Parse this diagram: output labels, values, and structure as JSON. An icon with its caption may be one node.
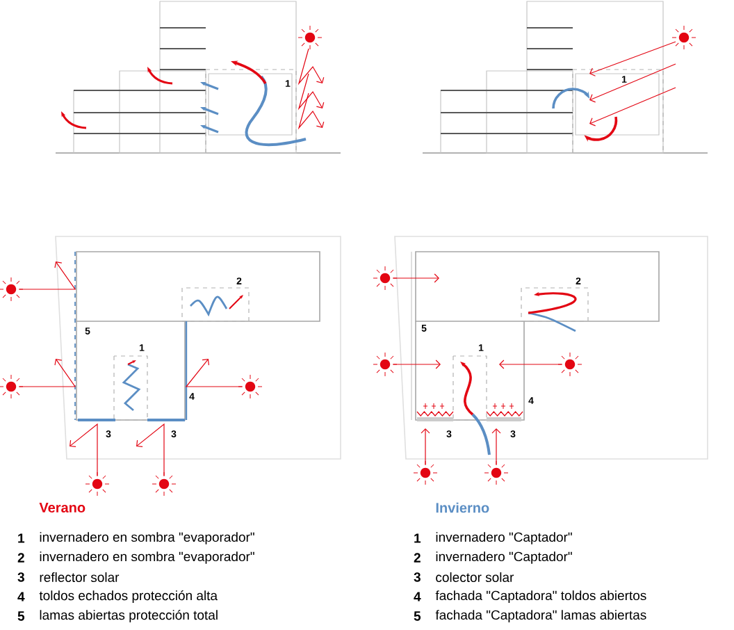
{
  "diagram": {
    "labels": [
      "1",
      "1",
      "2",
      "5",
      "1",
      "4",
      "3",
      "3",
      "2",
      "5",
      "1",
      "4",
      "3",
      "3",
      "Verano",
      "Invierno",
      "1",
      "invernadero en sombra \"evaporador\"",
      "2",
      "invernadero en sombra \"evaporador\"",
      "3",
      "reflector solar",
      "4",
      "toldos echados protección alta",
      "5",
      "lamas abiertas protección total",
      "1",
      "invernadero \"Captador\"",
      "2",
      "invernadero \"Captador\"",
      "3",
      "colector solar",
      "4",
      "fachada \"Captadora\" toldos abiertos",
      "5",
      "fachada \"Captadora\" lamas abiertas"
    ]
  }
}
